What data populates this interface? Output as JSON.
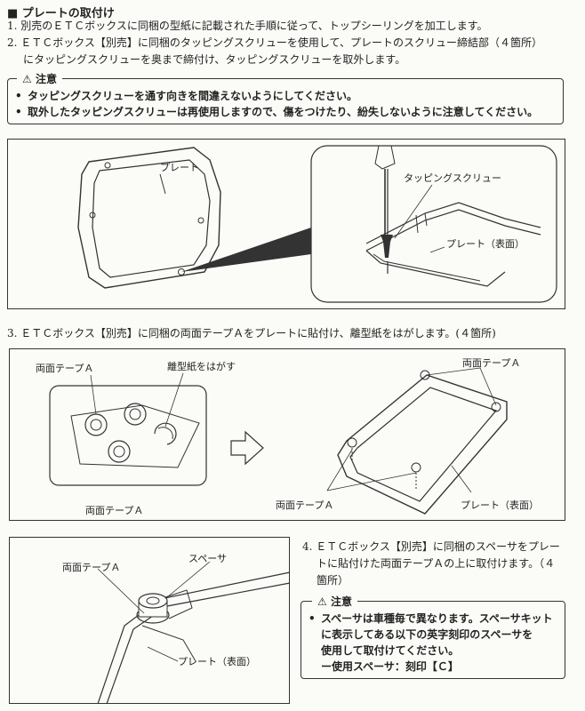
{
  "section_title": "■ プレートの取付け",
  "steps": [
    "1. 別売のＥＴＣボックスに同梱の型紙に記載された手順に従って、トップシーリングを加工します。",
    "2. ＥＴＣボックス【別売】に同梱のタッピングスクリューを使用して、プレートのスクリュー締結部（４箇所）",
    "にタッピングスクリューを奥まで締付け、タッピングスクリューを取外します。",
    "3. ＥＴＣボックス【別売】に同梱の両面テープＡをプレートに貼付け、離型紙をはがします。(４箇所)",
    "4. ＥＴＣボックス【別売】に同梱のスペーサをプレー",
    "トに貼付けた両面テープＡの上に取付けます。（４",
    "箇所）"
  ],
  "caution1": {
    "header": "注意",
    "items": [
      "タッピングスクリューを通す向きを間違えないようにしてください。",
      "取外したタッピングスクリューは再使用しますので、傷をつけたり、紛失しないように注意してください。"
    ]
  },
  "figure1": {
    "plate_label": "プレート",
    "screw_label": "タッピングスクリュー",
    "plate_front_label": "プレート（表面）"
  },
  "figure2": {
    "tape_top_label": "両面テープＡ",
    "peel_label": "離型紙をはがす",
    "tape_bottom_label": "両面テープＡ",
    "tape_right_top_label": "両面テープＡ",
    "tape_right_bottom_label": "両面テープＡ",
    "plate_front_label": "プレート（表面）"
  },
  "figure3": {
    "tape_label": "両面テープＡ",
    "spacer_label": "スペーサ",
    "plate_front_label": "プレート（表面）"
  },
  "caution2": {
    "header": "注意",
    "lines": [
      "スペーサは車種毎で異なります。スペーサキット",
      "に表示してある以下の英字刻印のスペーサを",
      "使用して取付けてください。",
      "ー使用スペーサ：刻印【Ｃ】"
    ]
  }
}
